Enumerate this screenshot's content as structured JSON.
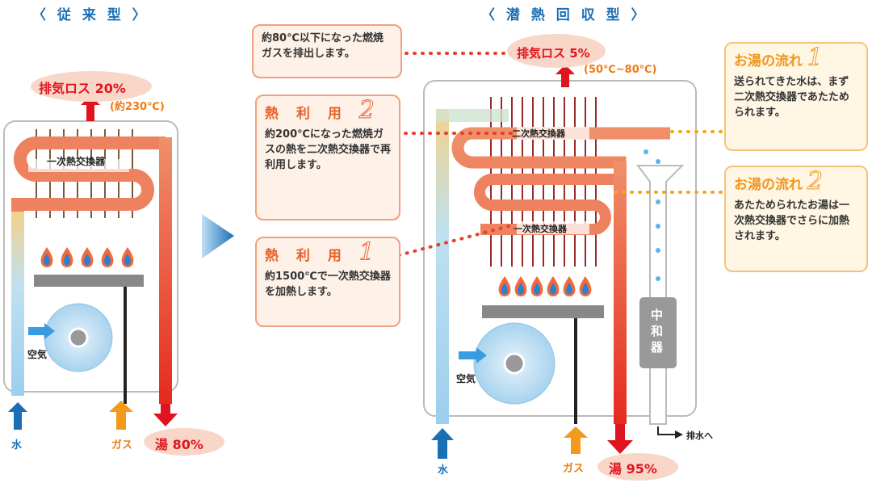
{
  "titles": {
    "conventional": "〈 従 来 型 〉",
    "latent": "〈 潜 熱 回 収 型 〉"
  },
  "conventional": {
    "exhaust_loss": "排気ロス 20%",
    "exhaust_temp": "(約230℃)",
    "primary_hx": "一次熱交換器",
    "air": "空気",
    "water": "水",
    "gas": "ガス",
    "hot_water": "湯 80%"
  },
  "latent": {
    "exhaust_loss": "排気ロス 5%",
    "exhaust_temp": "(50℃~80℃)",
    "secondary_hx": "二次熱交換器",
    "primary_hx": "一次熱交換器",
    "neutralizer": "中和器",
    "air": "空気",
    "water": "水",
    "gas": "ガス",
    "hot_water": "湯 95%",
    "drain": "排水へ"
  },
  "callouts": {
    "exhaust": {
      "text": "約80℃以下になった燃焼ガスを排出します。"
    },
    "heat2": {
      "title": "熱 利 用",
      "num": "2",
      "text": "約200℃になった燃焼ガスの熱を二次熱交換器で再利用します。"
    },
    "heat1": {
      "title": "熱 利 用",
      "num": "1",
      "text": "約1500℃で一次熱交換器を加熱します。"
    },
    "flow1": {
      "title": "お湯の流れ",
      "num": "1",
      "text": "送られてきた水は、まず二次熱交換器であたためられます。"
    },
    "flow2": {
      "title": "お湯の流れ",
      "num": "2",
      "text": "あたためられたお湯は一次熱交換器でさらに加熱されます。"
    }
  },
  "colors": {
    "accent_blue": "#1a6fb5",
    "hot_red": "#e0141e",
    "gas_orange": "#f39a1a",
    "hx_orange": "#ee8260"
  }
}
